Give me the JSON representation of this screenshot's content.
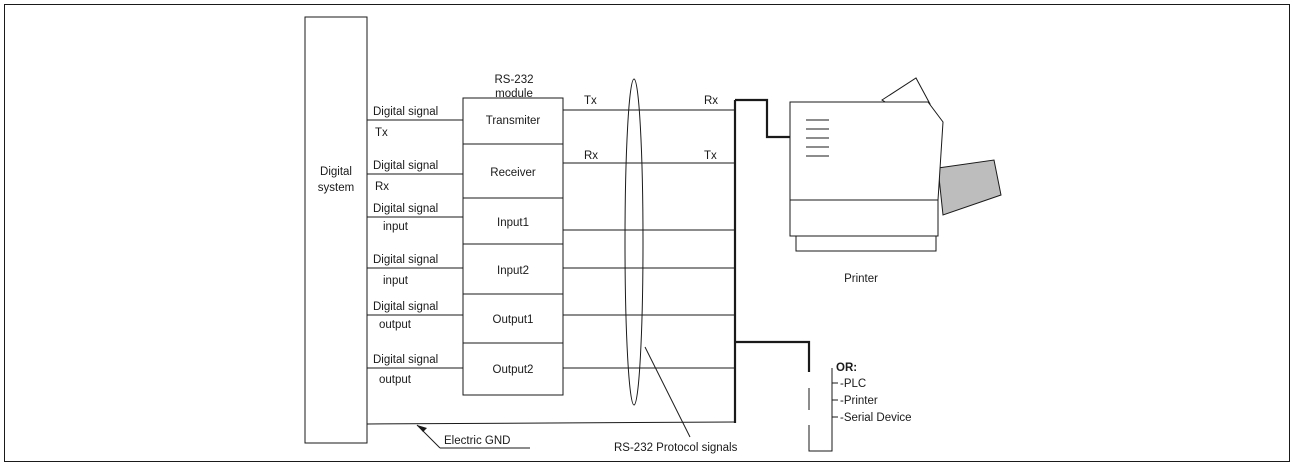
{
  "digital_system": {
    "label_line1": "Digital",
    "label_line2": "system"
  },
  "module": {
    "title_line1": "RS-232",
    "title_line2": "module"
  },
  "blocks": [
    {
      "label": "Transmiter",
      "signal_top": "Digital signal",
      "signal_bottom": "Tx",
      "line_left": "Tx",
      "line_right": "Rx"
    },
    {
      "label": "Receiver",
      "signal_top": "Digital signal",
      "signal_bottom": "Rx",
      "line_left": "Rx",
      "line_right": "Tx"
    },
    {
      "label": "Input1",
      "signal_top": "Digital signal",
      "signal_bottom": "input"
    },
    {
      "label": "Input2",
      "signal_top": "Digital signal",
      "signal_bottom": "input"
    },
    {
      "label": "Output1",
      "signal_top": "Digital signal",
      "signal_bottom": "output"
    },
    {
      "label": "Output2",
      "signal_top": "Digital signal",
      "signal_bottom": "output"
    }
  ],
  "ground_label": "Electric GND",
  "bundle_label": "RS-232 Protocol signals",
  "printer_label": "Printer",
  "alternatives": {
    "heading": "OR:",
    "items": [
      "-PLC",
      "-Printer",
      "-Serial Device"
    ]
  }
}
